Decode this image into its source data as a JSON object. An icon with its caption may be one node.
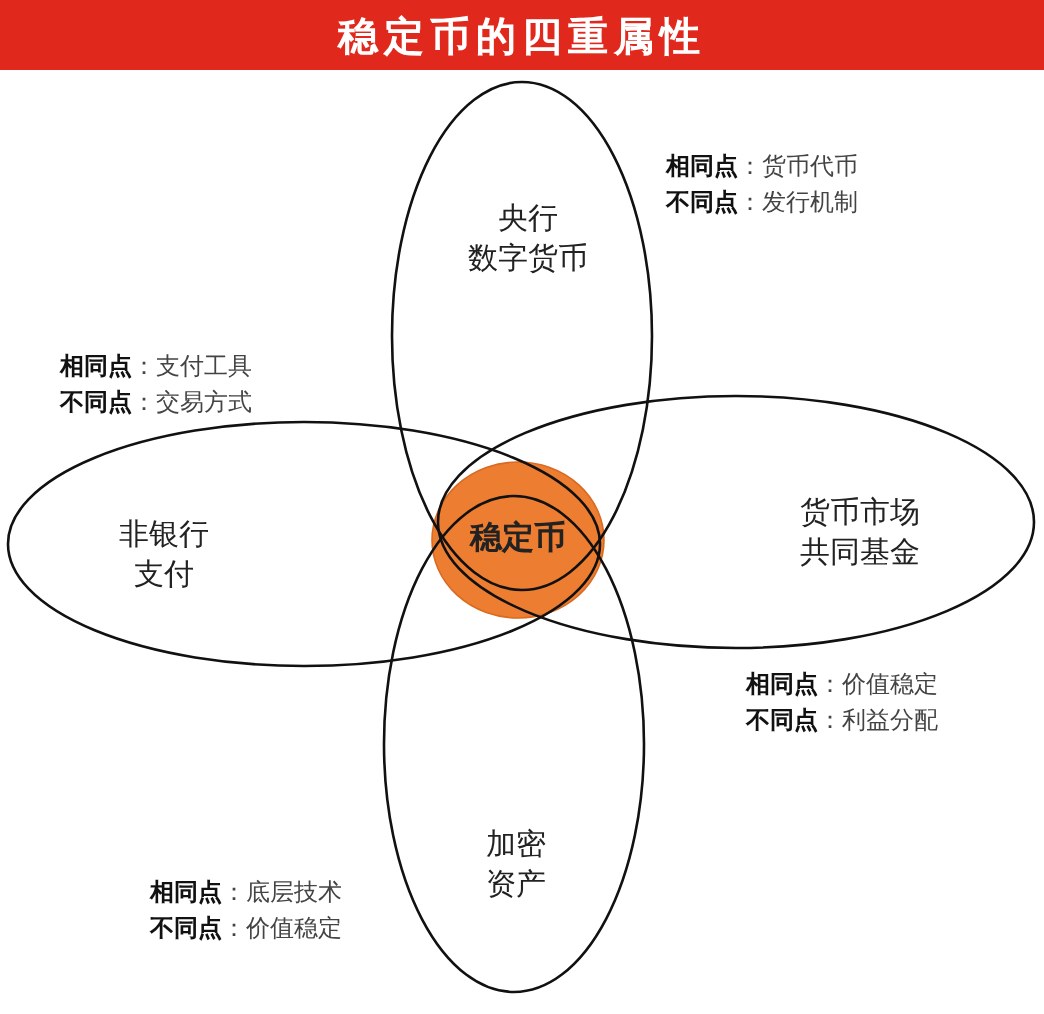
{
  "diagram": {
    "title": "稳定币的四重属性",
    "nodes": [
      {
        "text": [
          "央行数字货币"
        ],
        "beside": [
          "**相同点**：货币代币",
          "**不同点**：发行机制"
        ]
      },
      {
        "text": [
          "非银行支付"
        ],
        "beside": [
          "**相同点**：支付工具",
          "**不同点**：交易方式"
        ]
      },
      {
        "text": [
          "稳定币"
        ]
      },
      {
        "text": [
          "货币市场共同基金"
        ],
        "beside": [
          "**相同点**：价值稳定",
          "**不同点**：利益分配"
        ]
      },
      {
        "text": [
          "加密资产"
        ],
        "beside": [
          "**相同点**：底层技术",
          "**不同点**：价值稳定"
        ]
      }
    ],
    "edges": []
  }
}
